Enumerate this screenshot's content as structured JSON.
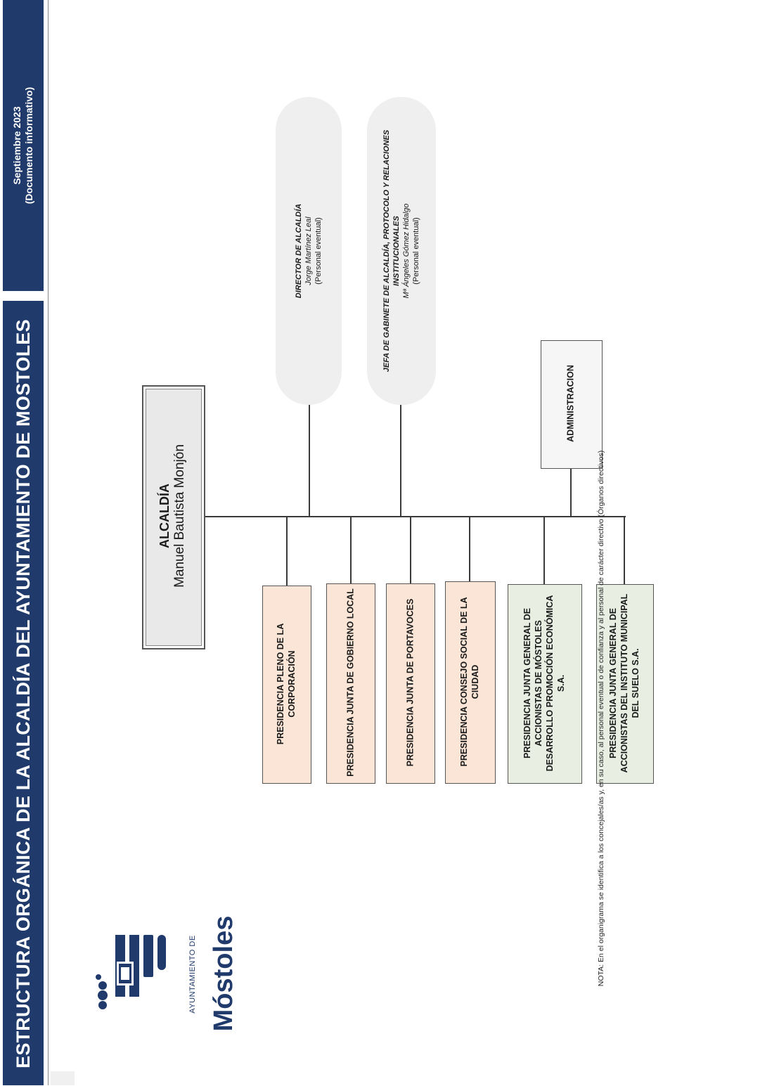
{
  "header": {
    "title": "ESTRUCTURA ORGÁNICA DE LA ALCALDÍA DEL AYUNTAMIENTO DE MOSTOLES",
    "date_line1": "Septiembre 2023",
    "date_line2": "(Documento informativo)"
  },
  "logo": {
    "small_text": "AYUNTAMIENTO DE",
    "big_text": "Móstoles",
    "brand_color": "#1f3a6b"
  },
  "alcaldia": {
    "title": "ALCALDÍA",
    "name": "Manuel Bautista Monjón"
  },
  "advisors": [
    {
      "role": "DIRECTOR DE ALCALDÍA",
      "name": "Jorge Martínez Leal",
      "type": "(Personal eventual)"
    },
    {
      "role": "JEFA DE GABINETE DE ALCALDÍA, PROTOCOLO Y RELACIONES INSTITUCIONALES",
      "name": "Mª Ángeles Gómez Hidalgo",
      "type": "(Personal eventual)"
    }
  ],
  "administracion": "ADMINISTRACION",
  "presidencias": [
    "PRESIDENCIA PLENO DE LA CORPORACIÓN",
    "PRESIDENCIA  JUNTA DE GOBIERNO LOCAL",
    "PRESIDENCIA  JUNTA DE PORTAVOCES",
    "PRESIDENCIA CONSEJO SOCIAL DE LA CIUDAD",
    "PRESIDENCIA JUNTA GENERAL DE ACCIONISTAS DE MÓSTOLES DESARROLLO PROMOCIÓN ECONÓMICA S.A.",
    "PRESIDENCIA JUNTA GENERAL DE ACCIONISTAS DEL INSTITUTO MUNICIPAL DEL SUELO S.A."
  ],
  "colors": {
    "peach": "#fbe5d6",
    "green": "#e8efe2",
    "navy": "#1f3a6b"
  },
  "note": "NOTA: En el organigrama se identifica a los concejales/as y, en su caso, al personal eventual o de confianza y al personal de carácter directivo (Órganos directivos)"
}
